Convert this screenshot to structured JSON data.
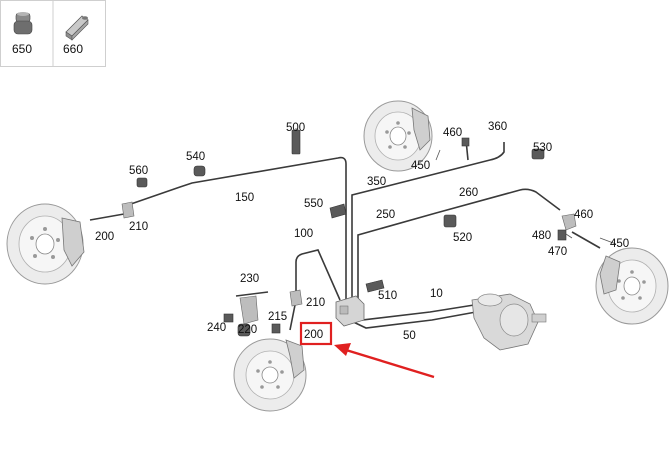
{
  "thumbnails": [
    {
      "label": "650",
      "icon": "rubber-cap-icon"
    },
    {
      "label": "660",
      "icon": "hex-fitting-icon"
    }
  ],
  "part_labels": {
    "p500": "500",
    "p540": "540",
    "p560": "560",
    "p150": "150",
    "p210a": "210",
    "p200a": "200",
    "p460a": "460",
    "p360": "360",
    "p530": "530",
    "p450a": "450",
    "p350": "350",
    "p260": "260",
    "p550": "550",
    "p250": "250",
    "p520": "520",
    "p460b": "460",
    "p480": "480",
    "p470": "470",
    "p450b": "450",
    "p100": "100",
    "p230": "230",
    "p210b": "210",
    "p510": "510",
    "p10": "10",
    "p240": "240",
    "p220": "220",
    "p215": "215",
    "p200b": "200",
    "p50": "50"
  },
  "highlight": {
    "target_label": "200",
    "color": "#e02020"
  }
}
